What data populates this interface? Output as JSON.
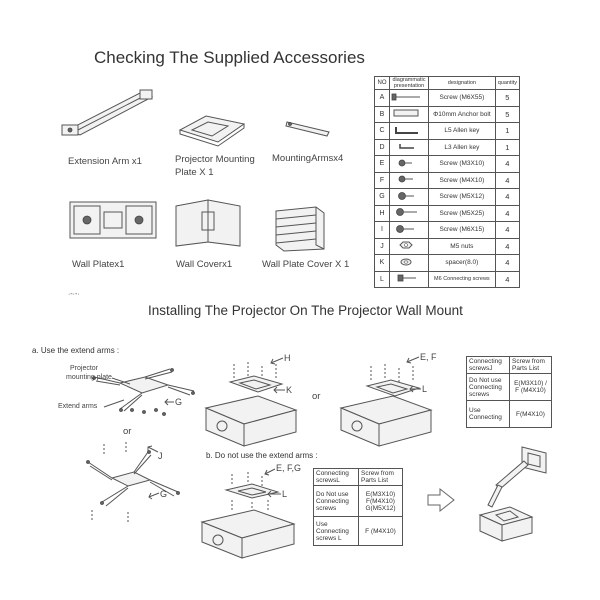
{
  "titles": {
    "accessories": "Checking The Supplied Accessories",
    "installing": "Installing The Projector On The Projector Wall Mount"
  },
  "accessory_items": {
    "extension_arm": "Extension Arm x1",
    "mounting_plate_line1": "Projector Mounting",
    "mounting_plate_line2": "Plate X 1",
    "mounting_arms": "MountingArmsx4",
    "wall_plate": "Wall Platex1",
    "wall_cover": "Wall  Coverx1",
    "wall_plate_cover": "Wall Plate Cover X 1",
    "small_mark": "·-·-·"
  },
  "accessory_table": {
    "headers": {
      "no": "NO",
      "diagram": "diagrammatic presentation",
      "designation": "designation",
      "quantity": "quantity"
    },
    "rows": [
      {
        "no": "A",
        "name": "Screw (M6X55)",
        "qty": "5",
        "icon": "long-screw-icon"
      },
      {
        "no": "B",
        "name": "Φ10mm Anchor bolt",
        "qty": "5",
        "icon": "anchor-bolt-icon"
      },
      {
        "no": "C",
        "name": "L5 Allen key",
        "qty": "1",
        "icon": "allen-key-icon"
      },
      {
        "no": "D",
        "name": "L3 Allen key",
        "qty": "1",
        "icon": "allen-key-small-icon"
      },
      {
        "no": "E",
        "name": "Screw (M3X10)",
        "qty": "4",
        "icon": "screw-icon"
      },
      {
        "no": "F",
        "name": "Screw (M4X10)",
        "qty": "4",
        "icon": "screw-icon"
      },
      {
        "no": "G",
        "name": "Screw (M5X12)",
        "qty": "4",
        "icon": "screw-icon"
      },
      {
        "no": "H",
        "name": "Screw (M5X25)",
        "qty": "4",
        "icon": "screw-icon"
      },
      {
        "no": "I",
        "name": "Screw (M6X15)",
        "qty": "4",
        "icon": "screw-icon"
      },
      {
        "no": "J",
        "name": "M5 nuts",
        "qty": "4",
        "icon": "nut-icon"
      },
      {
        "no": "K",
        "name": "spacer(8.0)",
        "qty": "4",
        "icon": "spacer-icon"
      },
      {
        "no": "L",
        "name": "M6 Connecting screws",
        "qty": "4",
        "icon": "connecting-screw-icon"
      }
    ]
  },
  "section_a": {
    "label": "a. Use the  extend arms :",
    "plate_label_line1": "Projector",
    "plate_label_line2": "mounting plate",
    "arms_label": "Extend arms",
    "or1": "or",
    "or2": "or",
    "G1": "G",
    "J": "J",
    "G2": "G",
    "H": "H",
    "K": "K",
    "EF": "E,  F",
    "L": "L"
  },
  "table_a": {
    "head_col1": "Connecting screwsJ",
    "head_col2": "Screw from Parts List",
    "row1_col1": "Do Not use Connecting screws",
    "row1_col2": "E(M3X10) / F (M4X10)",
    "row2_col1": "Use Connecting",
    "row2_col2": "F(M4X10)"
  },
  "section_b": {
    "label": "b. Do not use the extend arms :",
    "EFG": "E, F,G",
    "L": "L"
  },
  "table_b": {
    "head_col1": "Connecting screwsL",
    "head_col2": "Screw from Parts List",
    "row1_col1": "Do Not use Connecting screws",
    "row1_col2": "E(M3X10) F(M4X10) G(M5X12)",
    "row2_col1": "Use Connecting screws L",
    "row2_col2": "F (M4X10)"
  }
}
